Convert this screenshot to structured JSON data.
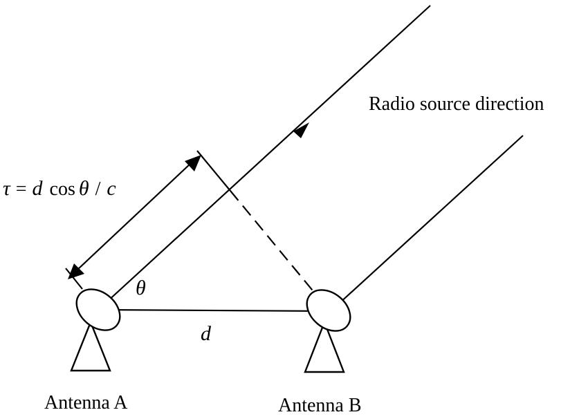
{
  "labels": {
    "source_direction": "Radio source direction",
    "delay_formula": "τ = d cos θ / c",
    "tau": "τ",
    "eq": "=",
    "d_formula": "d",
    "cos": "cos",
    "theta_formula": "θ",
    "slash": "/",
    "c": "c",
    "theta": "θ",
    "baseline": "d",
    "antenna_a": "Antenna A",
    "antenna_b": "Antenna B"
  }
}
